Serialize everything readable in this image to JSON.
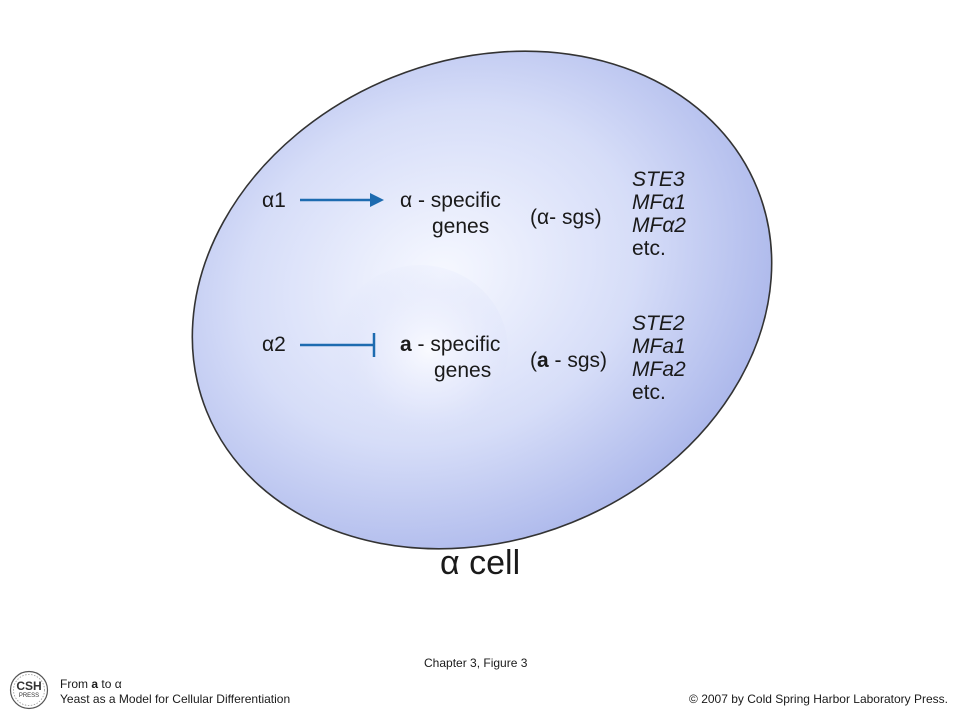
{
  "cell": {
    "name": "α cell",
    "greek": "α",
    "word": "cell"
  },
  "row1": {
    "regulator": "α1",
    "target_greek": "α",
    "target_rest": "- specific",
    "target_line2": "genes",
    "abbrev": "(α- sgs)",
    "genes": [
      "STE3",
      "MFα1",
      "MFα2",
      "etc."
    ]
  },
  "row2": {
    "regulator": "α2",
    "target_bold": "a",
    "target_rest": " - specific",
    "target_line2": "genes",
    "abbrev_open": "(",
    "abbrev_bold": "a",
    "abbrev_rest": " - sgs)",
    "genes": [
      "STE2",
      "MFa1",
      "MFa2",
      "etc."
    ]
  },
  "colors": {
    "cell_fill_center": "#f4f6ff",
    "cell_fill_edge": "#aab6ea",
    "outline": "#333333",
    "arrow_blue": "#1d6bb0"
  },
  "footer": {
    "caption": "Chapter 3, Figure 3",
    "book_from": "From",
    "book_a": "a",
    "book_to": "to α",
    "book_subtitle": "Yeast as a Model for Cellular Differentiation",
    "copyright": "© 2007 by Cold Spring Harbor Laboratory Press.",
    "logo_top": "CSH",
    "logo_bottom": "PRESS"
  }
}
